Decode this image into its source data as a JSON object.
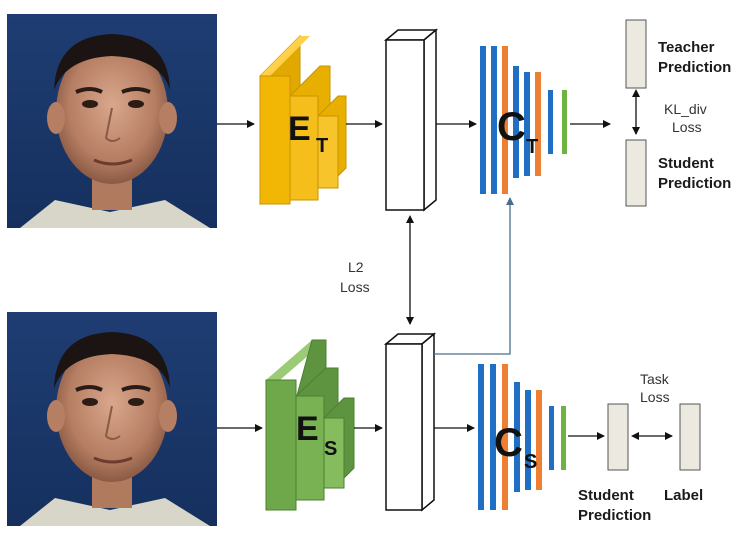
{
  "top": {
    "encoder_letter": "E",
    "encoder_sub": "T",
    "classifier_letter": "C",
    "classifier_sub": "T",
    "pred_line1": "Teacher",
    "pred_line2": "Prediction"
  },
  "bottom": {
    "encoder_letter": "E",
    "encoder_sub": "S",
    "classifier_letter": "C",
    "classifier_sub": "S",
    "pred_line1": "Student",
    "pred_line2": "Prediction",
    "label_text": "Label"
  },
  "right": {
    "student_line1": "Student",
    "student_line2": "Prediction"
  },
  "losses": {
    "l2_line1": "L2",
    "l2_line2": "Loss",
    "kl_line1": "KL_div",
    "kl_line2": "Loss",
    "task_line1": "Task",
    "task_line2": "Loss"
  },
  "colors": {
    "teacher_encoder": "#F2B705",
    "student_encoder": "#6FA84A",
    "blue": "#1F6FC5",
    "orange": "#EE7E32",
    "green": "#6DB33F",
    "pred_box": "#ECEAE0"
  },
  "images": {
    "top_face": "face-photo",
    "bottom_face": "face-photo"
  }
}
